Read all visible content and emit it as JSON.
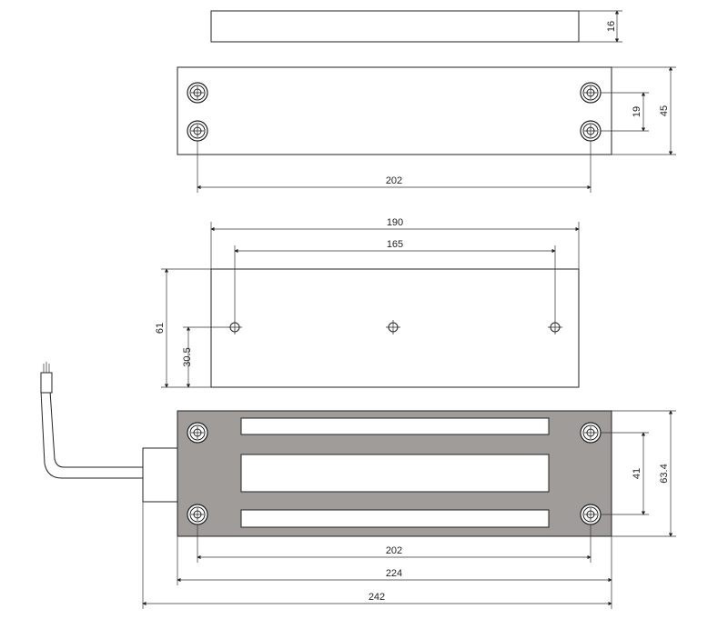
{
  "dimensions": {
    "top_thickness": "16",
    "plate_hole_spacing_v": "19",
    "plate_height": "45",
    "plate_hole_spacing_h": "202",
    "bracket_length": "190",
    "bracket_hole_spacing": "165",
    "bracket_height": "61",
    "bracket_hole_offset": "30.5",
    "magnet_hole_spacing_v": "41",
    "magnet_height": "63.4",
    "magnet_hole_spacing_h": "202",
    "magnet_body_length": "224",
    "magnet_total_length": "242"
  },
  "colors": {
    "body": "#a09c9a",
    "line": "#222222"
  }
}
